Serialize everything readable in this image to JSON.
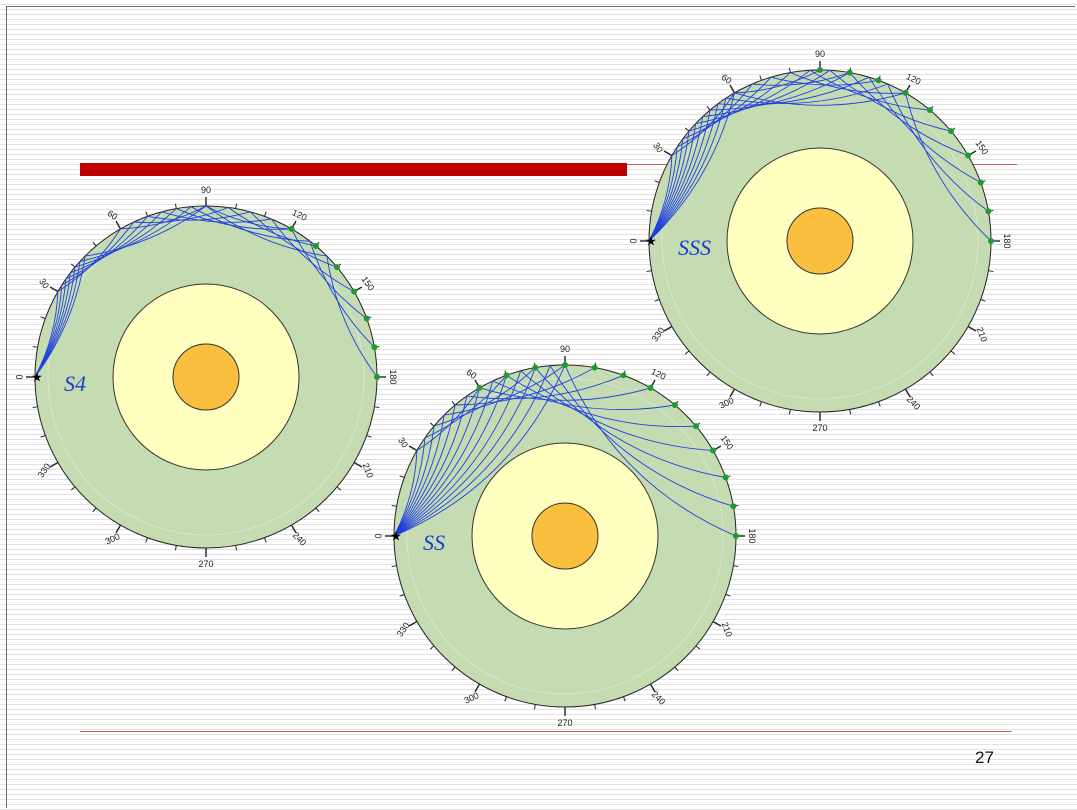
{
  "slide": {
    "page_number": "27",
    "diagrams": [
      {
        "id": "s4",
        "phase_label": "S4",
        "angle_labels": [
          "0",
          "30",
          "60",
          "90",
          "120",
          "150",
          "180",
          "210",
          "240",
          "270",
          "300",
          "330"
        ],
        "ray_color": "#1f3ee0",
        "receiver_color": "#1f9a2f",
        "layer_colors": {
          "mantle": "#c5dcb3",
          "outer_core": "#ffffc0",
          "inner_core": "#fbbf3f"
        }
      },
      {
        "id": "ss",
        "phase_label": "SS",
        "angle_labels": [
          "0",
          "30",
          "60",
          "90",
          "120",
          "150",
          "180",
          "210",
          "240",
          "270",
          "300",
          "330"
        ],
        "ray_color": "#1f3ee0",
        "receiver_color": "#1f9a2f",
        "layer_colors": {
          "mantle": "#c5dcb3",
          "outer_core": "#ffffc0",
          "inner_core": "#fbbf3f"
        }
      },
      {
        "id": "sss",
        "phase_label": "SSS",
        "angle_labels": [
          "0",
          "30",
          "60",
          "90",
          "120",
          "150",
          "180",
          "210",
          "240",
          "270",
          "300",
          "330"
        ],
        "ray_color": "#1f3ee0",
        "receiver_color": "#1f9a2f",
        "layer_colors": {
          "mantle": "#c5dcb3",
          "outer_core": "#ffffc0",
          "inner_core": "#fbbf3f"
        }
      }
    ],
    "colors": {
      "title_bar": "#c00000",
      "rule_line": "#c85a5a",
      "stripe": "#e2e2e2"
    }
  }
}
